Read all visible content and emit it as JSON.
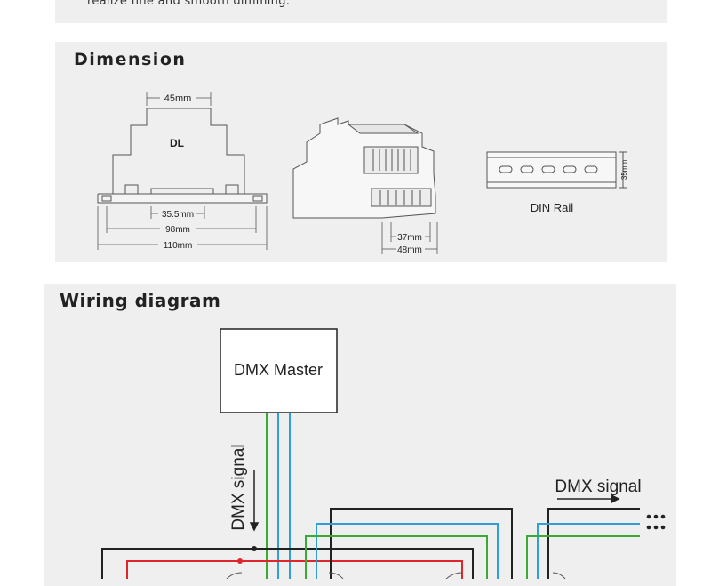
{
  "intro": {
    "text_tail": "realize fine and smooth dimming."
  },
  "dimension": {
    "title": "Dimension",
    "front_label": "DL",
    "top_width": "45mm",
    "inner_width": "35.5mm",
    "mid_width": "98mm",
    "full_width": "110mm",
    "iso_inner": "37mm",
    "iso_outer": "48mm",
    "rail_height": "35mm",
    "rail_label": "DIN Rail"
  },
  "wiring": {
    "title": "Wiring diagram",
    "master_label": "DMX Master",
    "signal_in_label": "DMX signal",
    "signal_out_label": "DMX signal",
    "more_symbol": "•••\n•••"
  },
  "colors": {
    "panel": "#efefef",
    "wire_green": "#3aaa35",
    "wire_blue": "#2f9fd8",
    "wire_red": "#e0262b",
    "wire_black": "#222222"
  }
}
